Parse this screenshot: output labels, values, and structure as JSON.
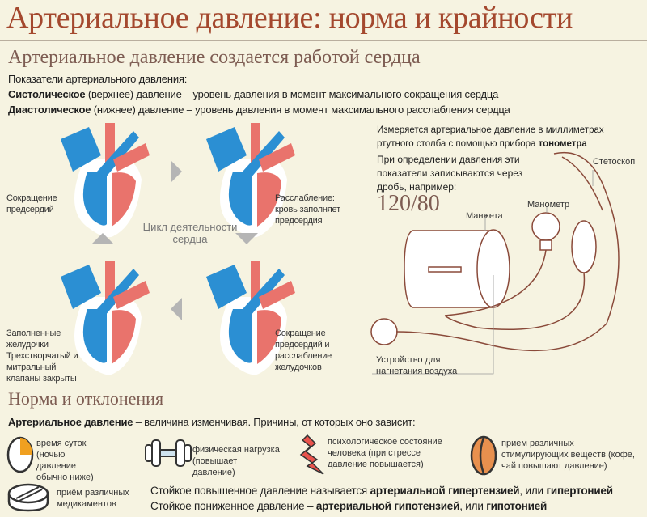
{
  "title": "Артериальное давление: норма и крайности",
  "subtitle": "Артериальное давление создается работой сердца",
  "indicators": {
    "heading": "Показатели артериального давления:",
    "systolic_term": "Систолическое",
    "systolic_rest": " (верхнее) давление – уровень давления в момент максимального сокращения сердца",
    "diastolic_term": "Диастолическое",
    "diastolic_rest": " (нижнее) давление – уровень давления в момент максимального расслабления сердца"
  },
  "cycle": {
    "center": "Цикл деятельности сердца",
    "stages": [
      "Сокращение предсердий",
      "Расслабление: кровь заполняет предсердия",
      "Сокращение предсердий и расслабление желудочков",
      "Заполненные желудочки Трехстворчатый и митральный клапаны закрыты"
    ]
  },
  "measurement": {
    "text1": "Измеряется артериальное давление в миллиметрах ртутного столба с помощью прибора ",
    "text1_bold": "тонометра",
    "text2": "При определении давления эти показатели записываются через дробь, например:",
    "example": "120/80",
    "labels": {
      "stethoscope": "Стетоскоп",
      "manometer": "Манометр",
      "cuff": "Манжета",
      "pump": "Устройство для нагнетания воздуха"
    }
  },
  "norms": {
    "title": "Норма и отклонения",
    "intro_bold": "Артериальное давление",
    "intro_rest": " – величина изменчивая. Причины, от которых оно зависит:",
    "factors": [
      {
        "icon": "clock-icon",
        "text": "время суток (ночью давление обычно ниже)"
      },
      {
        "icon": "dumbbell-icon",
        "text": "физическая нагрузка (повышает давление)"
      },
      {
        "icon": "lightning-icon",
        "text": "психологическое состояние человека (при стрессе давление повышается)"
      },
      {
        "icon": "coffee-bean-icon",
        "text": "прием различных стимулирующих веществ (кофе, чай повышают давление)"
      },
      {
        "icon": "pill-icon",
        "text": "приём различных медикаментов"
      }
    ],
    "hyper": {
      "a": "Стойкое повышенное давление называется ",
      "b": "артериальной гипертензией",
      "c": ", или ",
      "d": "гипертонией"
    },
    "hypo": {
      "a": "Стойкое пониженное давление – ",
      "b": "артериальной гипотензией",
      "c": ", или ",
      "d": "гипотонией"
    }
  },
  "colors": {
    "title": "#a4482e",
    "blue": "#2b8fd3",
    "red": "#e9736c",
    "orange": "#f0a020",
    "bg": "#f6f3e1"
  }
}
